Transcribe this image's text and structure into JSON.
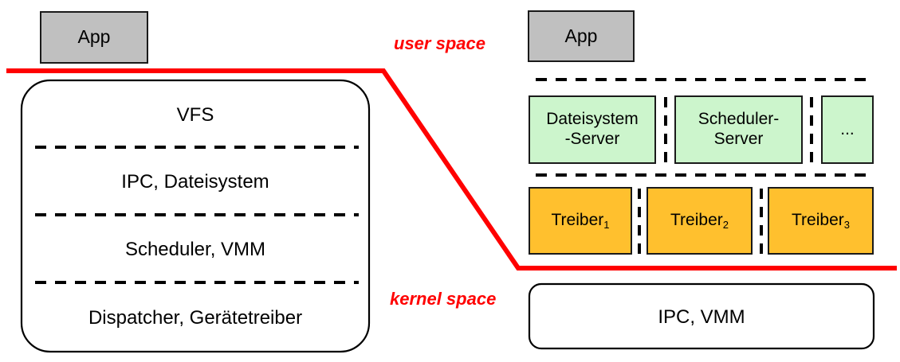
{
  "diagram": {
    "title_text": "",
    "colors": {
      "app_fill": "#c0c0c0",
      "server_fill": "#ccf5cc",
      "driver_fill": "#ffc02e",
      "boundary_line": "#ff0000",
      "stroke": "#1a1a1a"
    },
    "space_labels": {
      "user": "user space",
      "kernel": "kernel space"
    },
    "monolithic": {
      "app_label": "App",
      "layers": [
        {
          "label": "VFS"
        },
        {
          "label": "IPC, Dateisystem"
        },
        {
          "label": "Scheduler, VMM"
        },
        {
          "label": "Dispatcher, Gerätetreiber"
        }
      ]
    },
    "microkernel": {
      "app_label": "App",
      "servers": [
        {
          "line1": "Dateisystem",
          "line2": "-Server"
        },
        {
          "line1": "Scheduler-",
          "line2": "Server"
        },
        {
          "line1": "...",
          "line2": ""
        }
      ],
      "drivers": [
        {
          "name": "Treiber",
          "index": "1"
        },
        {
          "name": "Treiber",
          "index": "2"
        },
        {
          "name": "Treiber",
          "index": "3"
        }
      ],
      "kernel_label": "IPC, VMM"
    }
  }
}
